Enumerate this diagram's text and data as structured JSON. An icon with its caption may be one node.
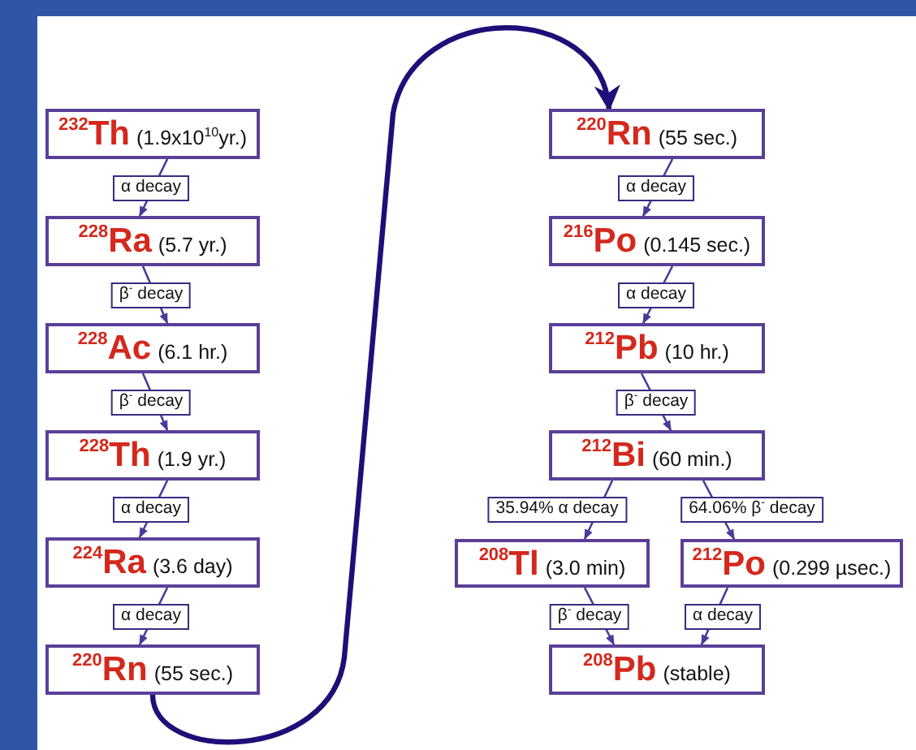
{
  "diagram": {
    "nodes": [
      {
        "text": [
          "$^{232}$Th",
          "(1.9x10$^{10}$yr.)"
        ]
      },
      {
        "text": [
          "$^{228}$Ra",
          "(5.7 yr.)"
        ]
      },
      {
        "text": [
          "$^{228}$Ac",
          "(6.1 hr.)"
        ]
      },
      {
        "text": [
          "$^{228}$Th",
          "(1.9 yr.)"
        ]
      },
      {
        "text": [
          "$^{224}$Ra",
          "(3.6 day)"
        ]
      },
      {
        "text": [
          "$^{220}$Rn",
          "(55 sec.)"
        ]
      },
      {
        "text": [
          "$^{220}$Rn",
          "(55 sec.)"
        ]
      },
      {
        "text": [
          "$^{216}$Po",
          "(0.145 sec.)"
        ]
      },
      {
        "text": [
          "$^{212}$Pb",
          "(10 hr.)"
        ]
      },
      {
        "text": [
          "$^{212}$Bi",
          "(60 min.)"
        ]
      },
      {
        "text": [
          "$^{208}$Tl",
          "(3.0 min)"
        ]
      },
      {
        "text": [
          "$^{212}$Po",
          "(0.299 µsec.)"
        ]
      },
      {
        "text": [
          "$^{208}$Pb",
          "(stable)"
        ]
      }
    ],
    "edges": [
      {
        "from": 0,
        "to": 1,
        "arrow": "to",
        "label": "α decay"
      },
      {
        "from": 1,
        "to": 2,
        "arrow": "to",
        "label": "β$^{-}$ decay"
      },
      {
        "from": 2,
        "to": 3,
        "arrow": "to",
        "label": "β$^{-}$ decay"
      },
      {
        "from": 3,
        "to": 4,
        "arrow": "to",
        "label": "α decay"
      },
      {
        "from": 4,
        "to": 5,
        "arrow": "to",
        "label": "α decay"
      },
      {
        "from": 5,
        "to": 6,
        "arrow": "to",
        "style": "thick",
        "color": "#1e0f78"
      },
      {
        "from": 6,
        "to": 7,
        "arrow": "to",
        "label": "α decay"
      },
      {
        "from": 7,
        "to": 8,
        "arrow": "to",
        "label": "α decay"
      },
      {
        "from": 8,
        "to": 9,
        "arrow": "to",
        "label": "β$^{-}$ decay"
      },
      {
        "from": 9,
        "to": 10,
        "arrow": "to",
        "label": "35.94% α decay"
      },
      {
        "from": 9,
        "to": 11,
        "arrow": "to",
        "label": "64.06% β$^{-}$ decay"
      },
      {
        "from": 10,
        "to": 12,
        "arrow": "to",
        "label": "β$^{-}$ decay"
      },
      {
        "from": 11,
        "to": 12,
        "arrow": "to",
        "label": "α decay"
      }
    ]
  }
}
